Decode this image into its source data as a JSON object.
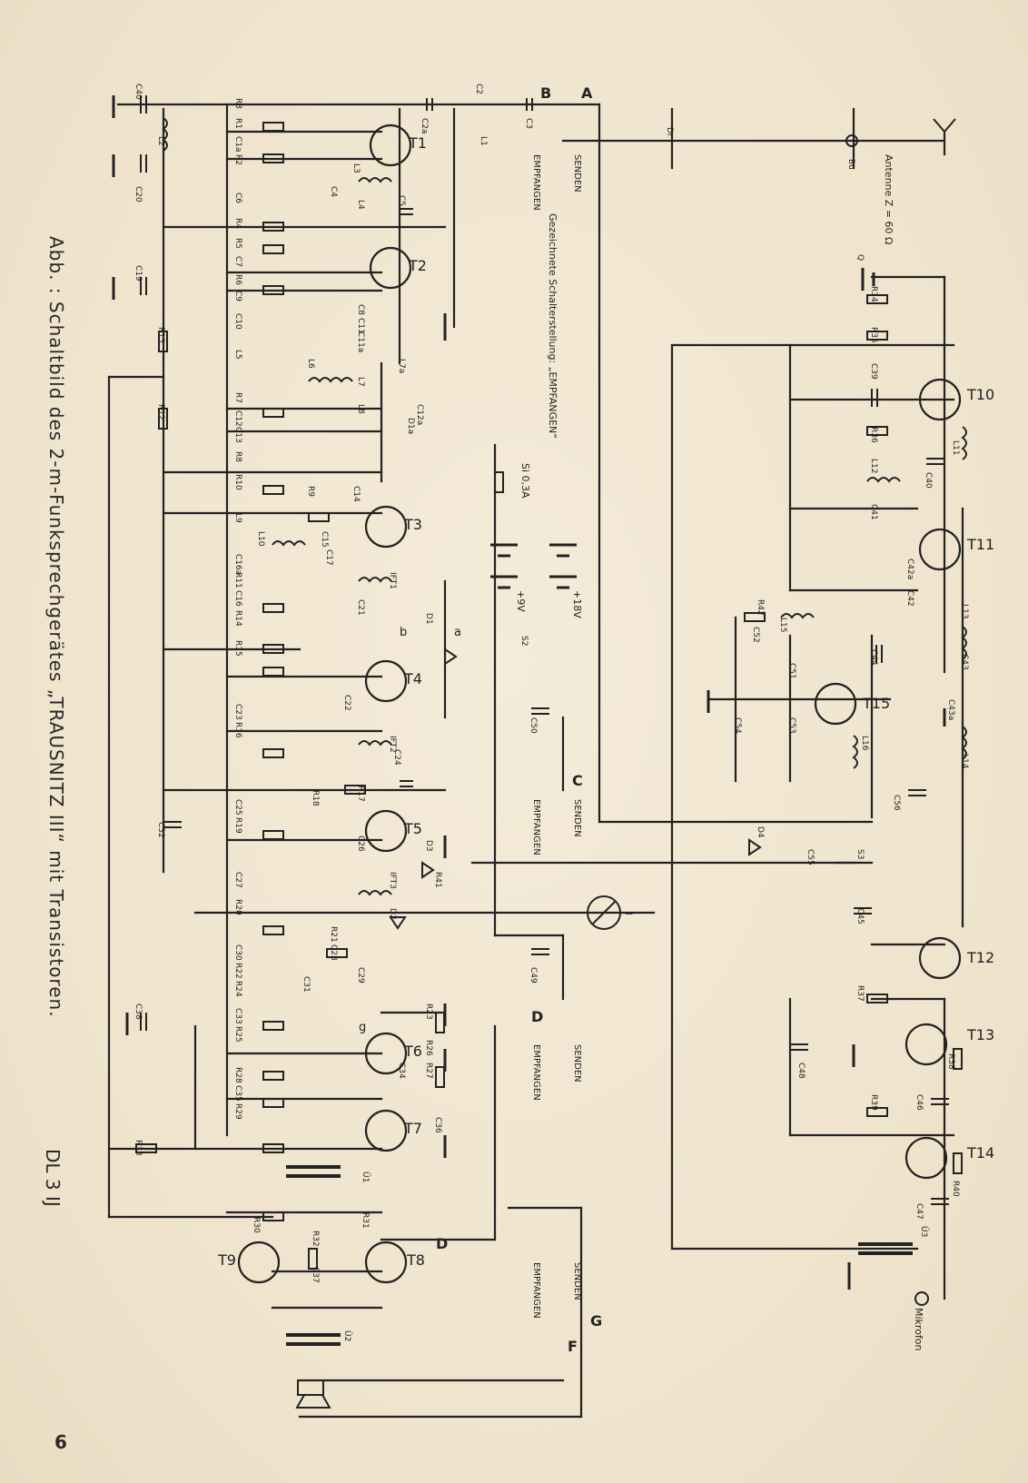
{
  "caption": "Abb. : Schaltbild des 2-m-Funksprechgerätes „TRAUSNITZ III“ mit Transistoren.",
  "callsign": "DL 3 IJ",
  "page_number": "6",
  "antenna_label": "Antenne Z = 60 Ω",
  "switch_note": "Gezeichnete Schalterstellung: „EMPFANGEN“",
  "modes": {
    "send": "SENDEN",
    "receive": "EMPFANGEN"
  },
  "supply": {
    "v9": "+9V",
    "v18": "+18V",
    "fuse": "Si 0,3A"
  },
  "transistors": [
    "T1",
    "T2",
    "T3",
    "T4",
    "T5",
    "T6",
    "T7",
    "T8",
    "T9",
    "T10",
    "T11",
    "T12",
    "T13",
    "T14",
    "T15"
  ],
  "parts_rx": [
    "C40",
    "L2",
    "C20",
    "C19",
    "R13",
    "R12",
    "C32",
    "C38",
    "R33",
    "R3",
    "R1",
    "C1a",
    "R2",
    "C6",
    "R4",
    "R5",
    "C7",
    "R6",
    "C9",
    "C10",
    "L5",
    "L6",
    "L7",
    "L7a",
    "L8",
    "C12a",
    "D1a",
    "R7",
    "C12",
    "C13",
    "R8",
    "R10",
    "R9",
    "C14",
    "L9",
    "L10",
    "C15",
    "C16a",
    "R11",
    "C16",
    "R14",
    "C17",
    "IFT1",
    "C21",
    "D1",
    "R15",
    "C22",
    "C23",
    "R16",
    "IFT2",
    "C24",
    "R17",
    "R18",
    "C25",
    "R19",
    "C26",
    "IFT3",
    "D2",
    "D3",
    "R41",
    "C27",
    "R20",
    "R21",
    "C28",
    "C29",
    "C30",
    "R22",
    "C31",
    "R24",
    "C33",
    "R25",
    "R26",
    "R23",
    "R27",
    "C34",
    "R28",
    "C35",
    "R29",
    "C36",
    "Ü1",
    "R30",
    "R31",
    "R32",
    "C37",
    "Ü2",
    "C2",
    "C2a",
    "C3",
    "L1",
    "L3",
    "L4",
    "C4",
    "C5",
    "C8",
    "C11",
    "C11a"
  ],
  "parts_tx": [
    "Q",
    "R34",
    "R35",
    "C39",
    "R36",
    "L11",
    "C40",
    "L12",
    "C41",
    "C42a",
    "C42",
    "L13",
    "C43",
    "C43a",
    "L14",
    "R42",
    "C52",
    "L15",
    "C44",
    "C51",
    "C53",
    "C54",
    "L16",
    "C56",
    "C55",
    "D4",
    "S3",
    "C45",
    "R37",
    "C48",
    "R38",
    "R39",
    "C46",
    "R40",
    "C47",
    "Ü3",
    "C49",
    "C50",
    "S2",
    "Dr",
    "Bu",
    "J"
  ],
  "mic_label": "Mikrofon",
  "nodes": [
    "A",
    "B",
    "C",
    "D",
    "F",
    "G",
    "a",
    "b",
    "g"
  ]
}
